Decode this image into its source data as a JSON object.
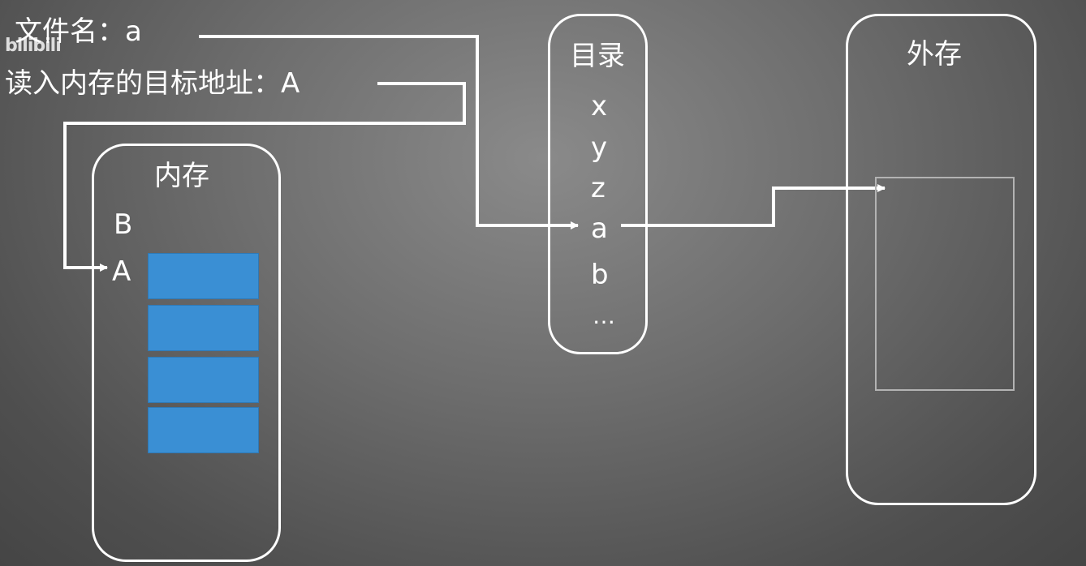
{
  "header": {
    "filename_label": "文件名：a",
    "target_address_label": "读入内存的目标地址：A"
  },
  "watermark": {
    "text": "bilibili"
  },
  "memory": {
    "title": "内存",
    "row_labels": [
      "B",
      "A"
    ],
    "blocks": 4,
    "block_color": "#3a8fd4"
  },
  "directory": {
    "title": "目录",
    "entries": [
      "x",
      "y",
      "z",
      "a",
      "b",
      "…"
    ]
  },
  "external_storage": {
    "title": "外存"
  },
  "colors": {
    "line": "#ffffff",
    "background": "#6e6e6e"
  }
}
